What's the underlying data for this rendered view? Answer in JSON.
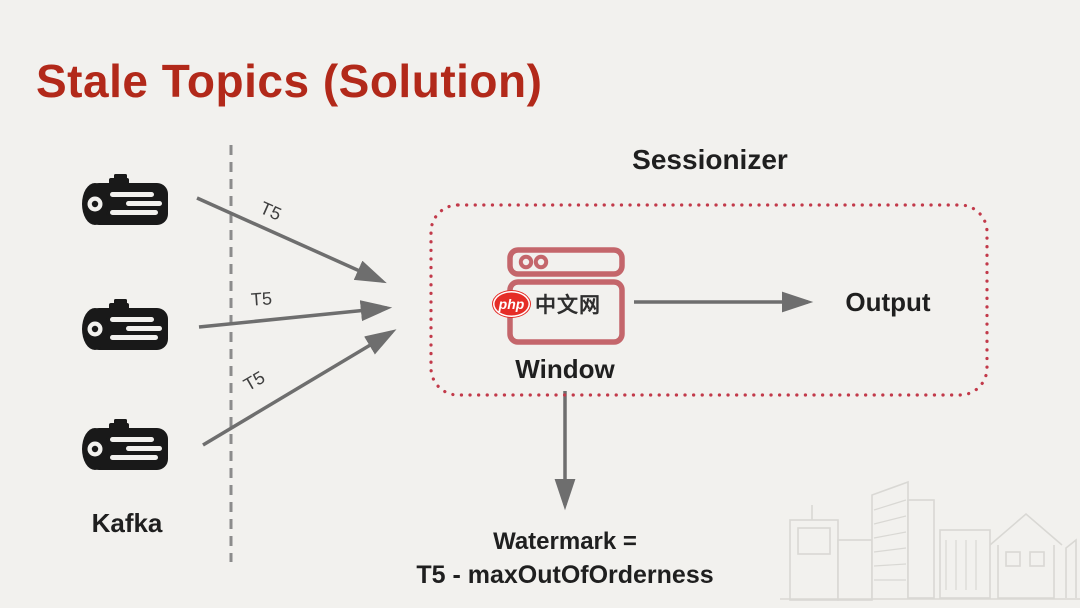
{
  "slide": {
    "title": "Stale Topics (Solution)"
  },
  "kafka": {
    "label": "Kafka",
    "topics": [
      {
        "label": "T5"
      },
      {
        "label": "T5"
      },
      {
        "label": "T5"
      }
    ]
  },
  "sessionizer": {
    "title": "Sessionizer",
    "window_label": "Window",
    "output_label": "Output"
  },
  "watermark_annotation": {
    "line1": "Watermark =",
    "line2": "T5 - maxOutOfOrderness"
  },
  "site_watermark": {
    "badge": "php",
    "text": "中文网"
  },
  "icons": {
    "kafka_topic": "log-cylinder-icon",
    "sessionizer_window": "browser-window-icon",
    "background": "city-skyline-sketch"
  },
  "colors": {
    "background": "#f2f1ee",
    "title": "#b2291a",
    "dotted_border": "#c23a4a",
    "window_icon": "#c4666b",
    "arrow": "#6e6e6e",
    "badge_red": "#e52d27",
    "text": "#1f1f1f",
    "skyline": "#d9d8d4"
  }
}
